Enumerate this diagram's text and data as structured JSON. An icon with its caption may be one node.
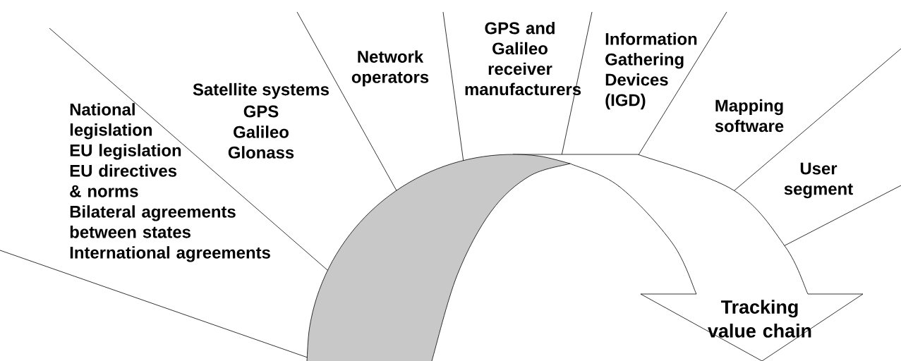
{
  "diagram": {
    "nodes": [
      {
        "text": [
          "Tracking value chain"
        ]
      }
    ],
    "labels": [
      "National legislation",
      "EU legislation",
      "EU directives & norms",
      "Bilateral agreements between states",
      "International agreements",
      "Satellite systems",
      "GPS",
      "Galileo",
      "Glonass",
      "Network operators",
      "GPS and Galileo receiver manufacturers",
      "Information Gathering Devices (IGD)",
      "Mapping software",
      "User segment"
    ]
  }
}
